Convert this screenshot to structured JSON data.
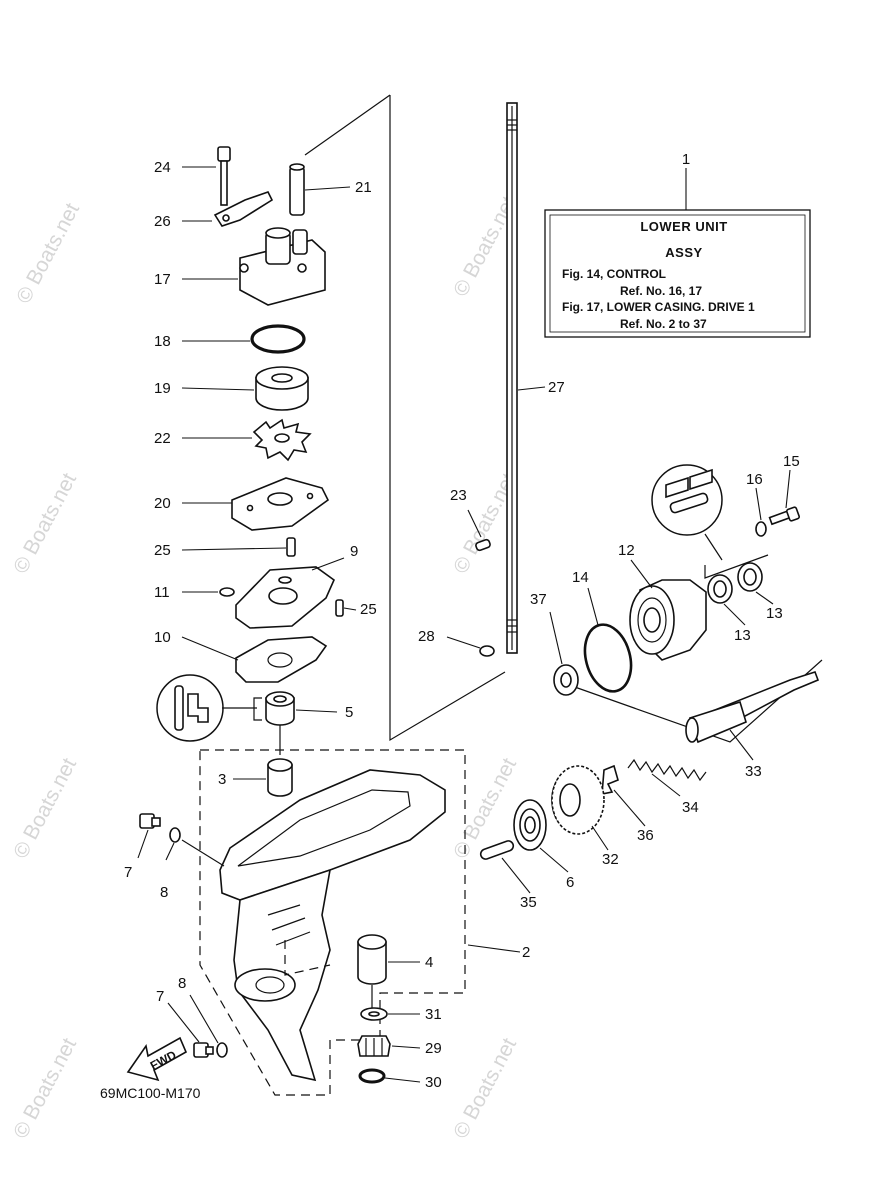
{
  "watermark": {
    "side": "© Boats.net",
    "repeat": "© Boats.net"
  },
  "title_box": {
    "title": "LOWER UNIT",
    "subtitle": "ASSY",
    "lines": [
      "Fig. 14, CONTROL",
      "Ref. No. 16, 17",
      "Fig. 17, LOWER CASING. DRIVE 1",
      "Ref. No. 2 to 37"
    ]
  },
  "callouts": {
    "c1": "1",
    "c2": "2",
    "c3": "3",
    "c4": "4",
    "c5": "5",
    "c6": "6",
    "c7a": "7",
    "c7b": "7",
    "c8a": "8",
    "c8b": "8",
    "c9": "9",
    "c10": "10",
    "c11": "11",
    "c12": "12",
    "c13a": "13",
    "c13b": "13",
    "c14": "14",
    "c15": "15",
    "c16": "16",
    "c17": "17",
    "c18": "18",
    "c19": "19",
    "c20": "20",
    "c21": "21",
    "c22": "22",
    "c23": "23",
    "c24": "24",
    "c25a": "25",
    "c25b": "25",
    "c26": "26",
    "c27": "27",
    "c28": "28",
    "c29": "29",
    "c30": "30",
    "c31": "31",
    "c32": "32",
    "c33": "33",
    "c34": "34",
    "c35": "35",
    "c36": "36",
    "c37": "37"
  },
  "fwd_label": "FWD",
  "drawing_number": "69MC100-M170"
}
